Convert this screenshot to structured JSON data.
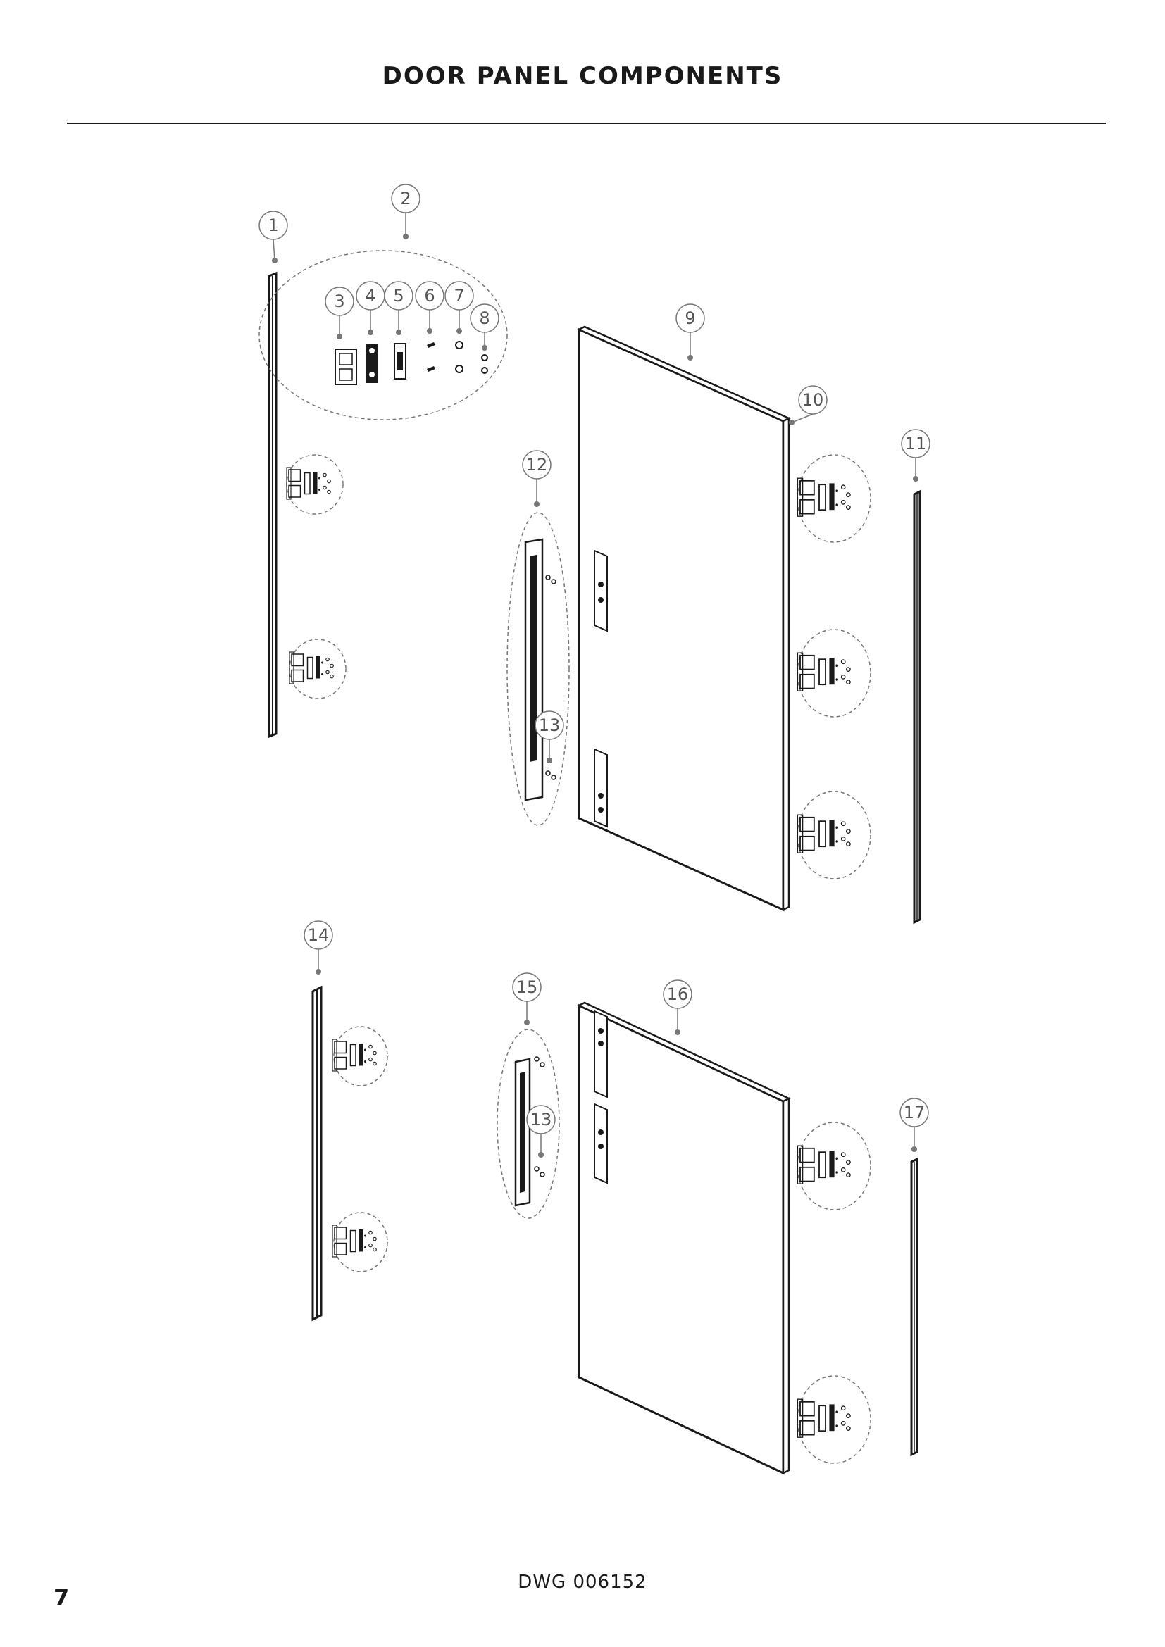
{
  "header": {
    "title": "DOOR PANEL COMPONENTS"
  },
  "footer": {
    "drawing_number": "DWG 006152",
    "page_number": "7"
  },
  "callouts": [
    {
      "id": "c1",
      "label": "1"
    },
    {
      "id": "c2",
      "label": "2"
    },
    {
      "id": "c3",
      "label": "3"
    },
    {
      "id": "c4",
      "label": "4"
    },
    {
      "id": "c5",
      "label": "5"
    },
    {
      "id": "c6",
      "label": "6"
    },
    {
      "id": "c7",
      "label": "7"
    },
    {
      "id": "c8",
      "label": "8"
    },
    {
      "id": "c9",
      "label": "9"
    },
    {
      "id": "c10",
      "label": "10"
    },
    {
      "id": "c11",
      "label": "11"
    },
    {
      "id": "c12",
      "label": "12"
    },
    {
      "id": "c13a",
      "label": "13"
    },
    {
      "id": "c14",
      "label": "14"
    },
    {
      "id": "c15",
      "label": "15"
    },
    {
      "id": "c16",
      "label": "16"
    },
    {
      "id": "c13b",
      "label": "13"
    },
    {
      "id": "c17",
      "label": "17"
    }
  ],
  "colors": {
    "line": "#1a1a1a",
    "callout": "#777777"
  }
}
